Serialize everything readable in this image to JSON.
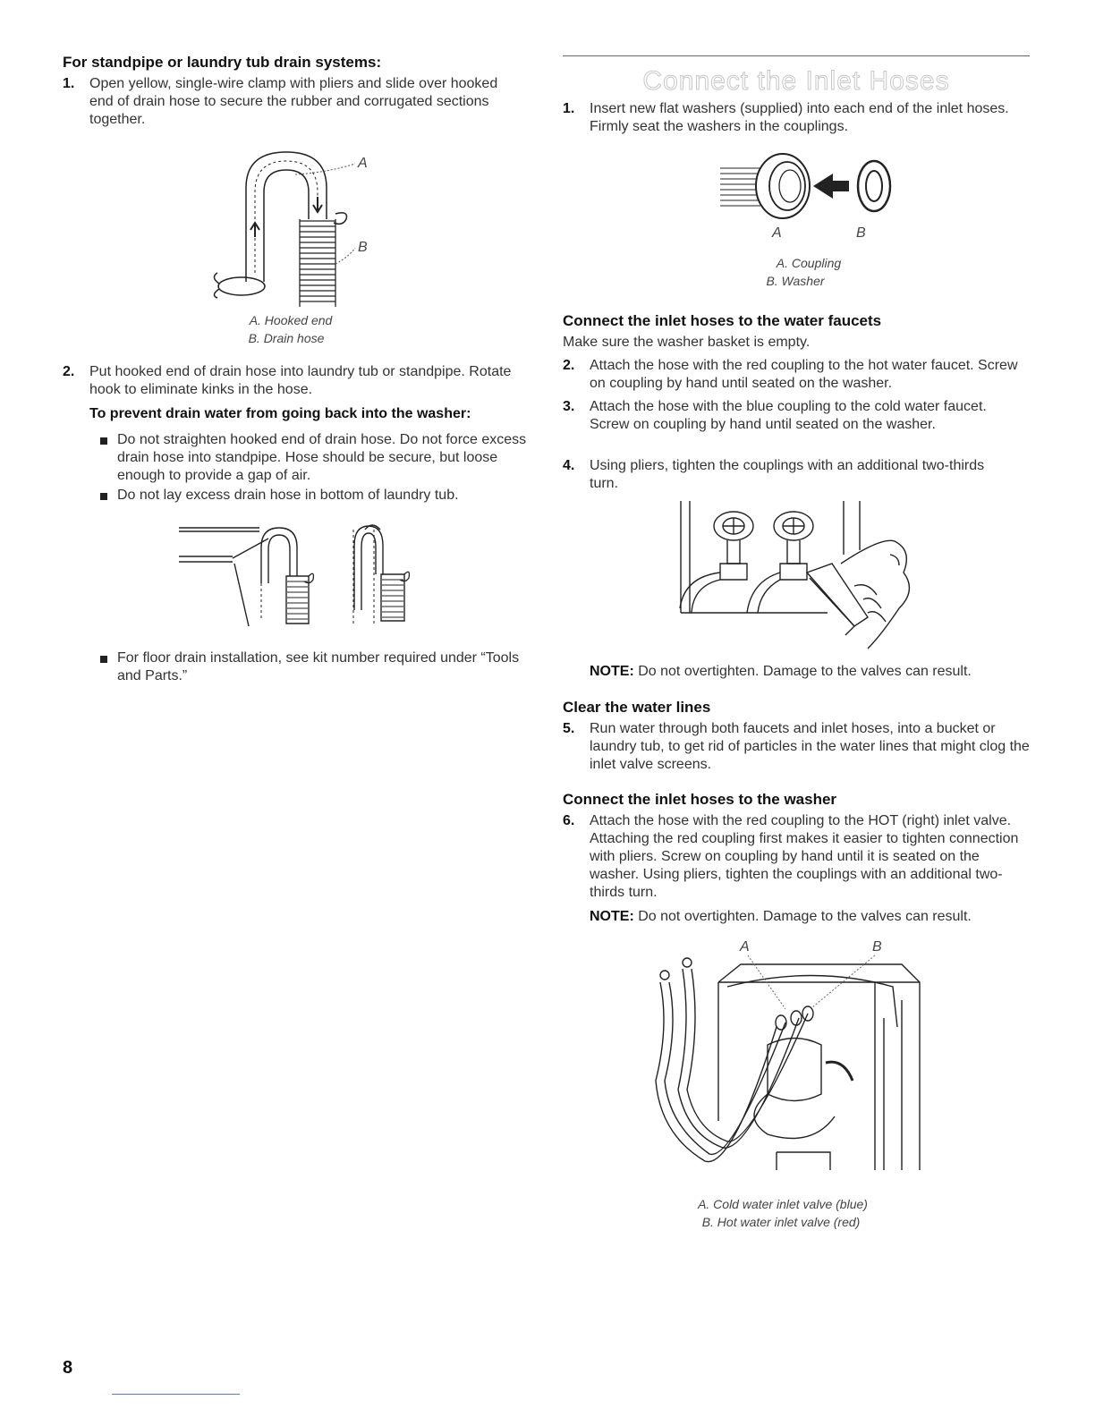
{
  "left": {
    "heading_standpipe": "For standpipe or laundry tub drain systems:",
    "step1_num": "1.",
    "step1_text": "Open yellow, single-wire clamp with pliers and slide over hooked end of drain hose to secure the rubber and corrugated sections together.",
    "fig1_label_a": "A",
    "fig1_label_b": "B",
    "fig1_caption_a": "A. Hooked end",
    "fig1_caption_b": "B. Drain hose",
    "step2_num": "2.",
    "step2_text": "Put hooked end of drain hose into laundry tub or standpipe. Rotate hook to eliminate kinks in the hose.",
    "prevent_heading": "To prevent drain water from going back into the washer:",
    "bullet1": "Do not straighten hooked end of drain hose. Do not force excess drain hose into standpipe. Hose should be secure, but loose enough to provide a gap of air.",
    "bullet2": "Do not lay excess drain hose in bottom of laundry tub.",
    "bullet3": "For floor drain installation, see kit number required under “Tools and Parts.”"
  },
  "right": {
    "section_title": "Connect the Inlet Hoses",
    "step1_num": "1.",
    "step1_text": "Insert new flat washers (supplied) into each end of the inlet hoses. Firmly seat the washers in the couplings.",
    "fig_label_a": "A",
    "fig_label_b": "B",
    "fig_caption_a": "A. Coupling",
    "fig_caption_b": "B. Washer",
    "faucets_heading": "Connect the inlet hoses to the water faucets",
    "faucets_intro": "Make sure the washer basket is empty.",
    "step2_num": "2.",
    "step2_text": "Attach the hose with the red coupling to the hot water faucet. Screw on coupling by hand until seated on the washer.",
    "step3_num": "3.",
    "step3_text": "Attach the hose with the blue coupling to the cold water faucet. Screw on coupling by hand until seated on the washer.",
    "step4_num": "4.",
    "step4_text": "Using pliers, tighten the couplings with an additional two-thirds turn.",
    "note_label": "NOTE:",
    "note1_text": " Do not overtighten. Damage to the valves can result.",
    "clear_heading": "Clear the water lines",
    "step5_num": "5.",
    "step5_text": "Run water through both faucets and inlet hoses, into a bucket or laundry tub, to get rid of particles in the water lines that might clog the inlet valve screens.",
    "washer_heading": "Connect the inlet hoses to the washer",
    "step6_num": "6.",
    "step6_text": "Attach the hose with the red coupling to the HOT (right) inlet valve. Attaching the red coupling first makes it easier to tighten connection with pliers. Screw on coupling by hand until it is seated on the washer. Using pliers, tighten the couplings with an additional two-thirds turn.",
    "note2_text": " Do not overtighten. Damage to the valves can result.",
    "fig3_label_a": "A",
    "fig3_label_b": "B",
    "fig3_caption_a": "A. Cold water inlet valve (blue)",
    "fig3_caption_b": "B. Hot water inlet valve (red)"
  },
  "page_number": "8"
}
